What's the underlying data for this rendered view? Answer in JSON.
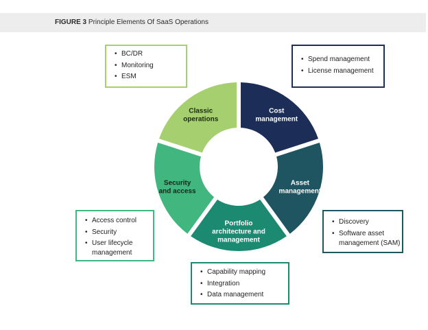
{
  "header": {
    "figure_label": "FIGURE 3",
    "title": "Principle Elements Of SaaS Operations"
  },
  "segments": [
    {
      "id": "cost",
      "lines": [
        "Cost",
        "management"
      ],
      "color": "#1c2d57",
      "text_color": "#ffffff"
    },
    {
      "id": "asset",
      "lines": [
        "Asset",
        "management"
      ],
      "color": "#1f5461",
      "text_color": "#ffffff"
    },
    {
      "id": "portfolio",
      "lines": [
        "Portfolio",
        "architecture and",
        "management"
      ],
      "color": "#1b8a71",
      "text_color": "#ffffff"
    },
    {
      "id": "security",
      "lines": [
        "Security",
        "and access"
      ],
      "color": "#41b77f",
      "text_color": "#0d2818"
    },
    {
      "id": "classic",
      "lines": [
        "Classic",
        "operations"
      ],
      "color": "#a6cf6f",
      "text_color": "#1a2a10"
    }
  ],
  "callouts": {
    "classic": {
      "items": [
        "BC/DR",
        "Monitoring",
        "ESM"
      ],
      "border_color": "#a6cf6f"
    },
    "cost": {
      "items": [
        "Spend management",
        "License management"
      ],
      "border_color": "#1c2d57"
    },
    "security": {
      "items": [
        "Access control",
        "Security",
        "User lifecycle management"
      ],
      "border_color": "#41b77f"
    },
    "asset": {
      "items": [
        "Discovery",
        "Software asset management (SAM)"
      ],
      "border_color": "#1f5461"
    },
    "portfolio": {
      "items": [
        "Capability mapping",
        "Integration",
        "Data management"
      ],
      "border_color": "#1b8a71"
    }
  }
}
